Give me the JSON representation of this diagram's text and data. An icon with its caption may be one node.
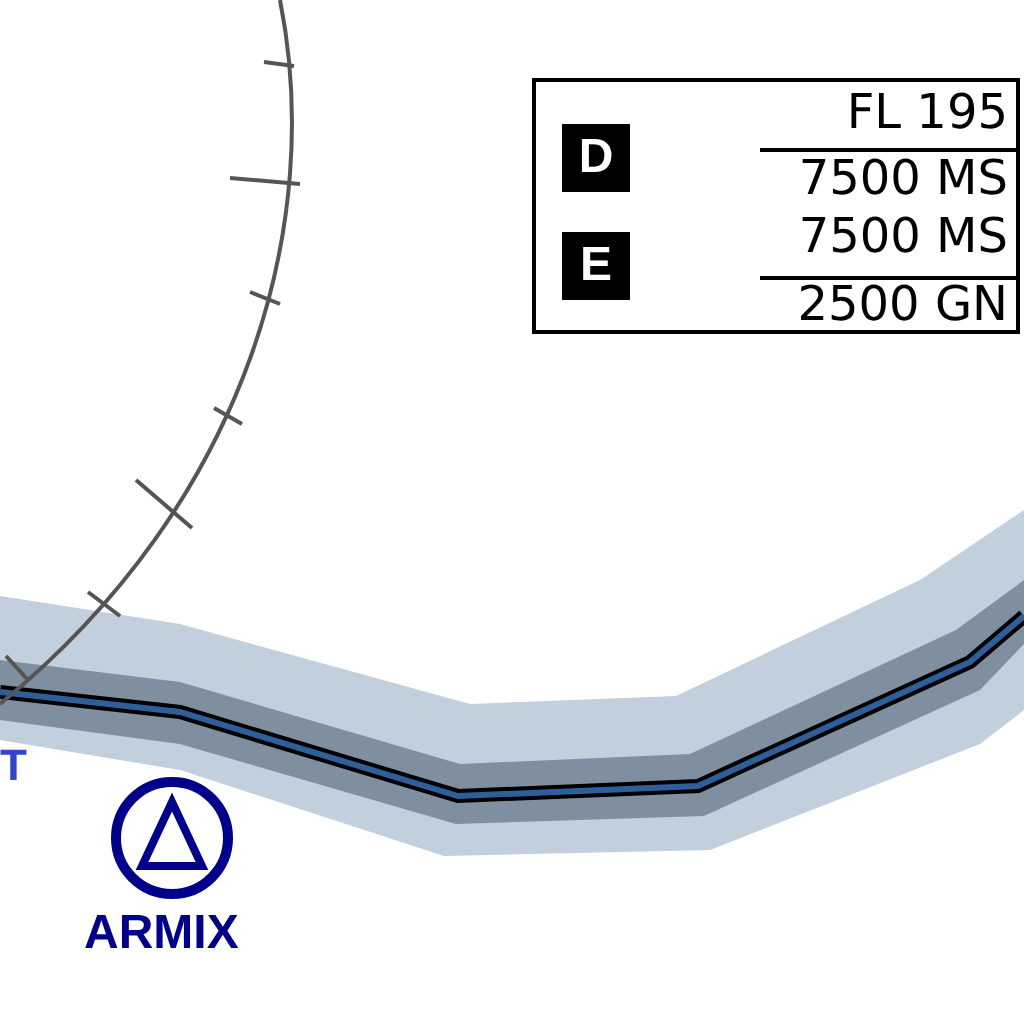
{
  "diagram": {
    "labels": [
      "D",
      "FL 195",
      "7500 MS",
      "E",
      "7500 MS",
      "2500 GN",
      "T",
      "ARMIX"
    ]
  }
}
